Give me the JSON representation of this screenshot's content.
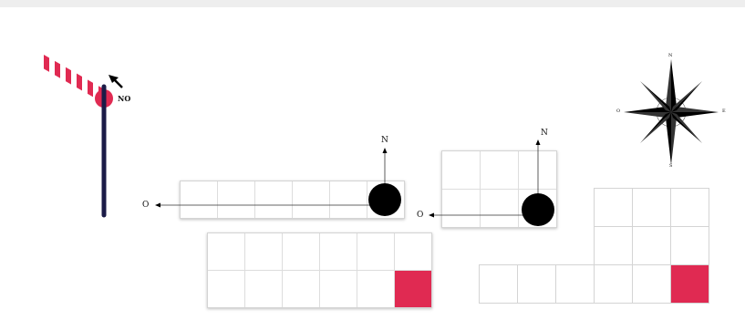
{
  "barrier": {
    "label": "NO",
    "stripe_color": "#e02a52",
    "pole_color": "#1b1b47"
  },
  "compass": {
    "north": "N",
    "east": "E",
    "south": "S",
    "west": "O"
  },
  "axes": {
    "north_label": "N",
    "west_label": "O"
  },
  "colors": {
    "target": "#e02a52",
    "ball": "#000000"
  }
}
